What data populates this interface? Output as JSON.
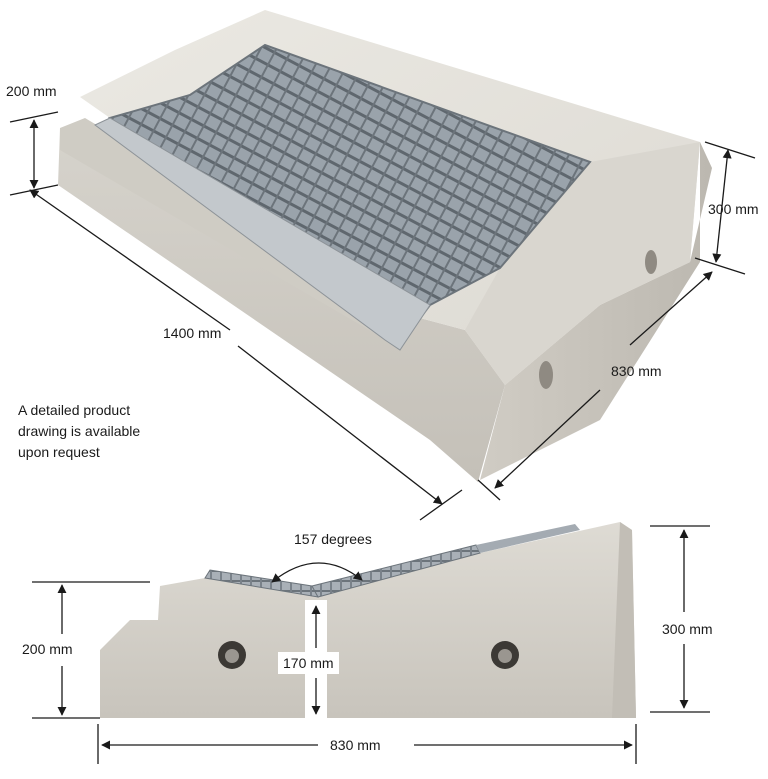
{
  "top_view": {
    "height_left": "200 mm",
    "height_right": "300 mm",
    "length": "1400 mm",
    "width": "830 mm"
  },
  "note_lines": [
    "A detailed product",
    "drawing is available",
    "upon request"
  ],
  "side_view": {
    "angle": "157 degrees",
    "height_left": "200 mm",
    "height_center": "170 mm",
    "height_right": "300 mm",
    "width": "830 mm"
  },
  "colors": {
    "concrete_light": "#e4e2dc",
    "concrete_mid": "#d3d0c8",
    "concrete_dark": "#b9b5ad",
    "grating": "#8e979f",
    "grating_bar": "#5f676e",
    "steel_channel": "#c3c8cc",
    "dimension_line": "#1a1a1a"
  }
}
